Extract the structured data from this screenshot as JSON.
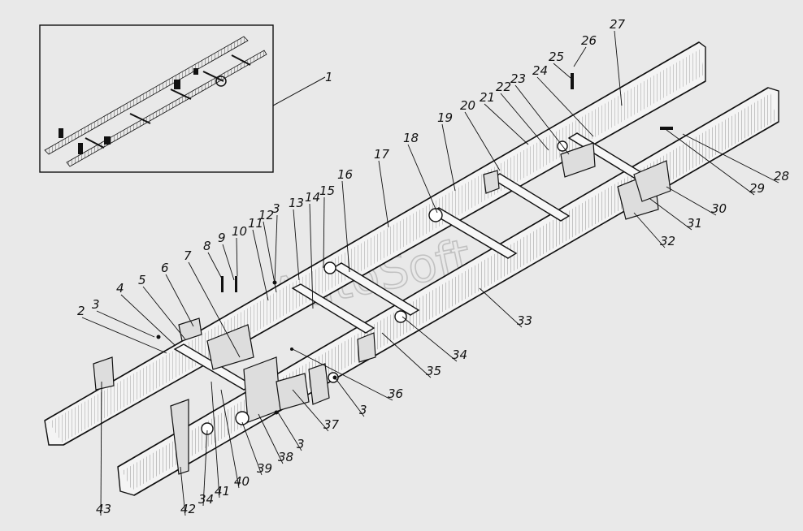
{
  "diagram": {
    "background": "#e9e9e9",
    "ink": "#111111",
    "watermark": "AutoSoft",
    "inset": {
      "callout": "1"
    },
    "callouts": [
      {
        "id": "2",
        "text": "2"
      },
      {
        "id": "3a",
        "text": "3"
      },
      {
        "id": "4",
        "text": "4"
      },
      {
        "id": "5",
        "text": "5"
      },
      {
        "id": "6",
        "text": "6"
      },
      {
        "id": "7",
        "text": "7"
      },
      {
        "id": "8",
        "text": "8"
      },
      {
        "id": "9",
        "text": "9"
      },
      {
        "id": "10",
        "text": "10"
      },
      {
        "id": "11",
        "text": "11"
      },
      {
        "id": "12",
        "text": "12"
      },
      {
        "id": "3b",
        "text": "3"
      },
      {
        "id": "13",
        "text": "13"
      },
      {
        "id": "14",
        "text": "14"
      },
      {
        "id": "15",
        "text": "15"
      },
      {
        "id": "16",
        "text": "16"
      },
      {
        "id": "17",
        "text": "17"
      },
      {
        "id": "18",
        "text": "18"
      },
      {
        "id": "19",
        "text": "19"
      },
      {
        "id": "20",
        "text": "20"
      },
      {
        "id": "21",
        "text": "21"
      },
      {
        "id": "22",
        "text": "22"
      },
      {
        "id": "23",
        "text": "23"
      },
      {
        "id": "24",
        "text": "24"
      },
      {
        "id": "25",
        "text": "25"
      },
      {
        "id": "26",
        "text": "26"
      },
      {
        "id": "27",
        "text": "27"
      },
      {
        "id": "28",
        "text": "28"
      },
      {
        "id": "29",
        "text": "29"
      },
      {
        "id": "30",
        "text": "30"
      },
      {
        "id": "31",
        "text": "31"
      },
      {
        "id": "32",
        "text": "32"
      },
      {
        "id": "33",
        "text": "33"
      },
      {
        "id": "34a",
        "text": "34"
      },
      {
        "id": "35",
        "text": "35"
      },
      {
        "id": "36",
        "text": "36"
      },
      {
        "id": "3c",
        "text": "3"
      },
      {
        "id": "37",
        "text": "37"
      },
      {
        "id": "3d",
        "text": "3"
      },
      {
        "id": "38",
        "text": "38"
      },
      {
        "id": "39",
        "text": "39"
      },
      {
        "id": "40",
        "text": "40"
      },
      {
        "id": "41",
        "text": "41"
      },
      {
        "id": "34b",
        "text": "34"
      },
      {
        "id": "42",
        "text": "42"
      },
      {
        "id": "43",
        "text": "43"
      }
    ]
  }
}
